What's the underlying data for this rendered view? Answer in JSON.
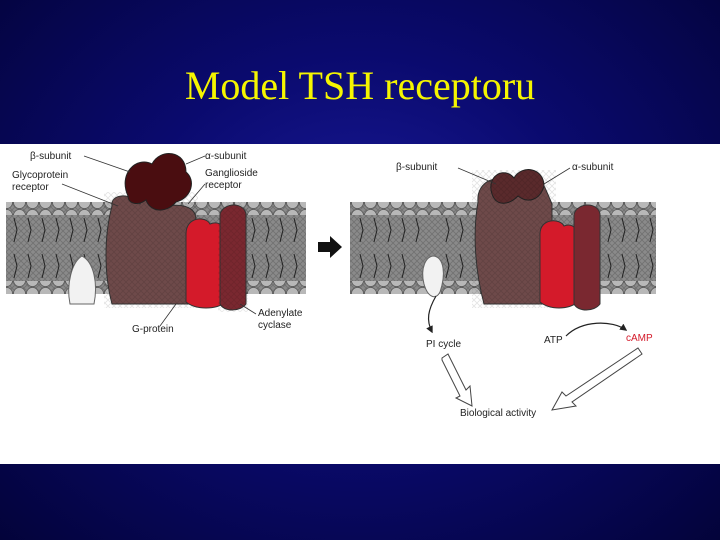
{
  "slide": {
    "title": "Model TSH receptoru"
  },
  "left_panel": {
    "beta_subunit": "β-subunit",
    "alpha_subunit": "α-subunit",
    "glycoprotein_receptor_1": "Glycoprotein",
    "glycoprotein_receptor_2": "receptor",
    "ganglioside_receptor_1": "Ganglioside",
    "ganglioside_receptor_2": "receptor",
    "g_protein": "G-protein",
    "adenylate_cyclase_1": "Adenylate",
    "adenylate_cyclase_2": "cyclase"
  },
  "right_panel": {
    "beta_subunit": "β-subunit",
    "alpha_subunit": "α-subunit",
    "pi_cycle": "PI cycle",
    "atp": "ATP",
    "camp": "cAMP",
    "biological_activity": "Biological activity"
  },
  "colors": {
    "background": "#0a0a6e",
    "title": "#f5f500",
    "receptor": "#6e4a4a",
    "tsh": "#4a0d10",
    "g_protein": "#d41a2a",
    "adenylate_cyclase": "#7a2830",
    "membrane": "#8a8a8a",
    "camp_text": "#d41a2a"
  }
}
